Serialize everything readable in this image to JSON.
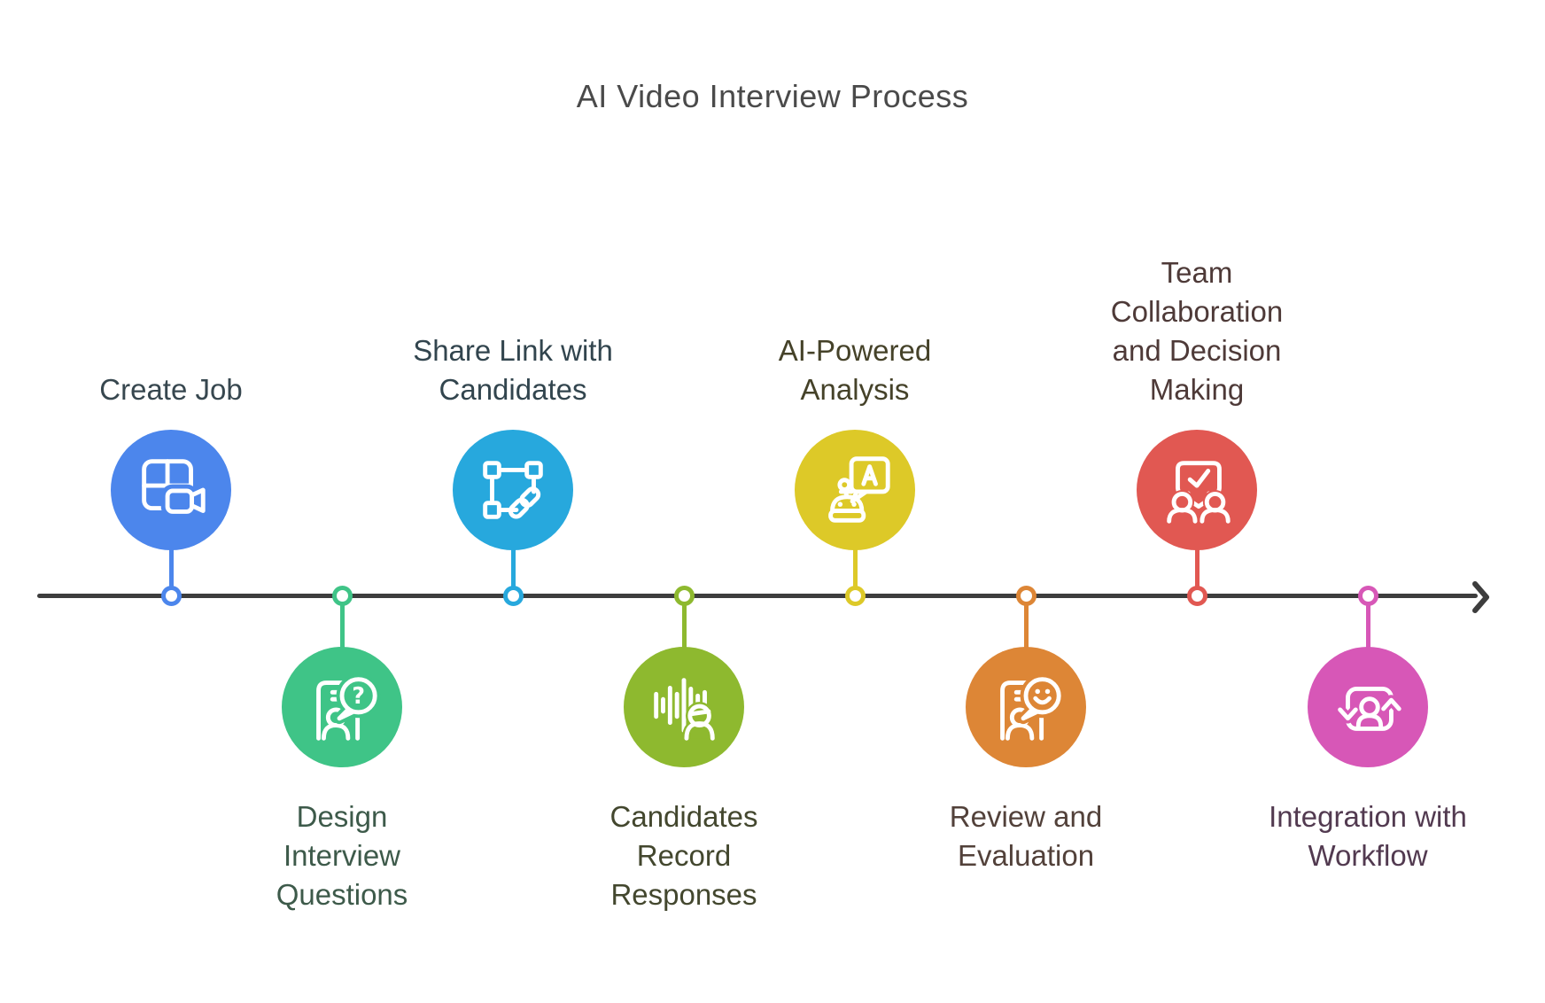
{
  "title": {
    "text": "AI Video Interview Process",
    "color": "#4a4a4a"
  },
  "timeline": {
    "line_color": "#3d3d3d",
    "arrow_icon": "arrow-head-icon",
    "direction": "left-to-right"
  },
  "steps": [
    {
      "name": "create-job",
      "label": "Create Job",
      "label_lines": [
        "Create Job"
      ],
      "color": "#4c86ec",
      "label_color": "#37474f",
      "icon": "grid-video-icon",
      "side": "above"
    },
    {
      "name": "design-interview-questions",
      "label": "Design Interview Questions",
      "label_lines": [
        "Design",
        "Interview",
        "Questions"
      ],
      "color": "#3fc487",
      "label_color": "#3d5a4a",
      "icon": "question-bubble-person-icon",
      "side": "below"
    },
    {
      "name": "share-link-with-candidates",
      "label": "Share Link with Candidates",
      "label_lines": [
        "Share Link with",
        "Candidates"
      ],
      "color": "#27a8dd",
      "label_color": "#32454e",
      "icon": "selection-link-icon",
      "side": "above"
    },
    {
      "name": "candidates-record-responses",
      "label": "Candidates Record Responses",
      "label_lines": [
        "Candidates",
        "Record",
        "Responses"
      ],
      "color": "#8eb92f",
      "label_color": "#43472e",
      "icon": "waveform-person-icon",
      "side": "below"
    },
    {
      "name": "ai-powered-analysis",
      "label": "AI-Powered Analysis",
      "label_lines": [
        "AI-Powered",
        "Analysis"
      ],
      "color": "#ddc928",
      "label_color": "#454229",
      "icon": "robot-chat-icon",
      "side": "above"
    },
    {
      "name": "review-and-evaluation",
      "label": "Review and Evaluation",
      "label_lines": [
        "Review and",
        "Evaluation"
      ],
      "color": "#dd8636",
      "label_color": "#52413a",
      "icon": "smiley-bubble-person-icon",
      "side": "below"
    },
    {
      "name": "team-collaboration-and-decision-making",
      "label": "Team Collaboration and Decision Making",
      "label_lines": [
        "Team",
        "Collaboration",
        "and Decision",
        "Making"
      ],
      "color": "#e15852",
      "label_color": "#4e3a38",
      "icon": "people-check-bubble-icon",
      "side": "above"
    },
    {
      "name": "integration-with-workflow",
      "label": "Integration with Workflow",
      "label_lines": [
        "Integration with",
        "Workflow"
      ],
      "color": "#d757b7",
      "label_color": "#523a50",
      "icon": "sync-person-icon",
      "side": "below"
    }
  ]
}
